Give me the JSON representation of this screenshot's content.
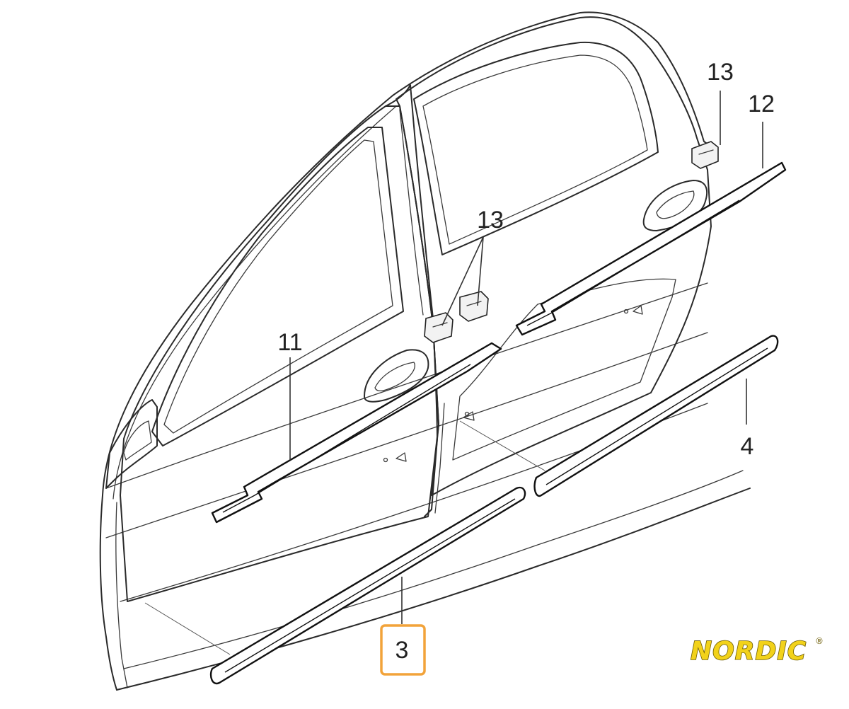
{
  "callouts": {
    "part_3": "3",
    "part_4": "4",
    "part_11": "11",
    "part_12": "12",
    "part_13_upper": "13",
    "part_13_middle": "13"
  },
  "logo": {
    "text": "NORDIC",
    "mark": "®"
  },
  "colors": {
    "highlight_box": "#f2a33a",
    "logo_fill": "#f2d21a",
    "line": "#2a2a2a"
  }
}
